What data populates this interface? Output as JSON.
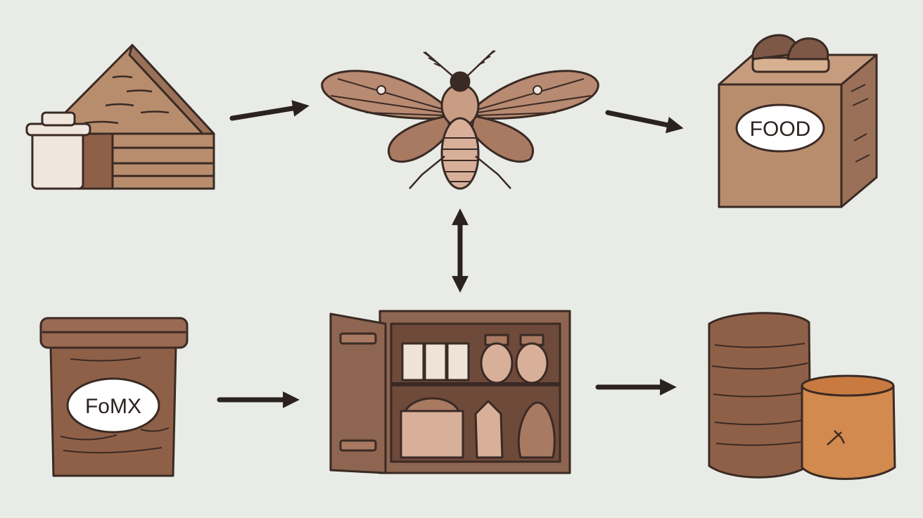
{
  "colors": {
    "background": "#e9ece6",
    "outline": "#3a2a24",
    "arrow": "#2b2220",
    "cardboard": "#b88d6e",
    "cardboard_dark": "#9a7058",
    "tin": "#8f6048",
    "cabinet": "#8e6550",
    "moth_wing": "#b88a72",
    "honey_pot": "#d38a4e"
  },
  "nodes": {
    "wood_pile": {
      "icon": "wooden-shed-icon"
    },
    "moth": {
      "icon": "moth-icon"
    },
    "food_box": {
      "icon": "cardboard-box-icon",
      "label": "FOOD"
    },
    "fomx_tin": {
      "icon": "tin-can-icon",
      "label": "FoMX"
    },
    "pantry": {
      "icon": "pantry-cabinet-icon"
    },
    "containers": {
      "icon": "storage-containers-icon"
    }
  },
  "edges": [
    {
      "from": "wood_pile",
      "to": "moth",
      "type": "arrow"
    },
    {
      "from": "moth",
      "to": "food_box",
      "type": "arrow"
    },
    {
      "from": "moth",
      "to": "pantry",
      "type": "double-arrow"
    },
    {
      "from": "fomx_tin",
      "to": "pantry",
      "type": "arrow"
    },
    {
      "from": "pantry",
      "to": "containers",
      "type": "arrow"
    }
  ]
}
